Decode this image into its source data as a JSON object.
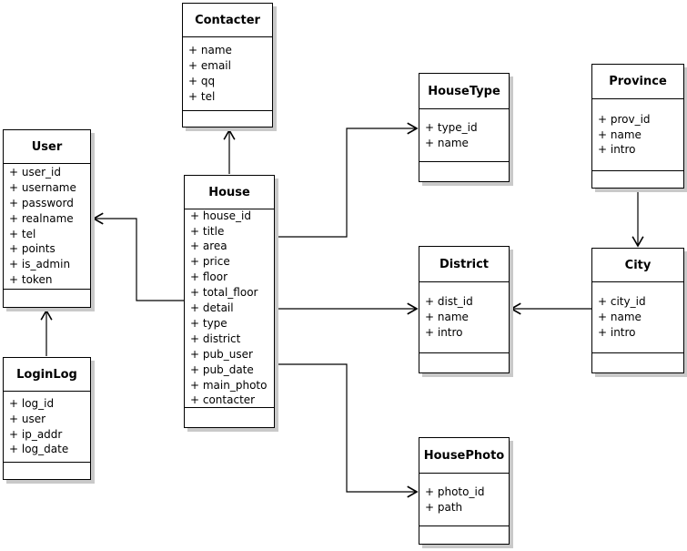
{
  "entities": {
    "contacter": {
      "title": "Contacter",
      "attributes": [
        "+ name",
        "+ email",
        "+ qq",
        "+ tel"
      ]
    },
    "user": {
      "title": "User",
      "attributes": [
        "+ user_id",
        "+ username",
        "+ password",
        "+ realname",
        "+ tel",
        "+ points",
        "+ is_admin",
        "+ token"
      ]
    },
    "loginlog": {
      "title": "LoginLog",
      "attributes": [
        "+ log_id",
        "+ user",
        "+ ip_addr",
        "+ log_date"
      ]
    },
    "house": {
      "title": "House",
      "attributes": [
        "+ house_id",
        "+ title",
        "+ area",
        "+ price",
        "+ floor",
        "+ total_floor",
        "+ detail",
        "+ type",
        "+ district",
        "+ pub_user",
        "+ pub_date",
        "+ main_photo",
        "+ contacter"
      ]
    },
    "housetype": {
      "title": "HouseType",
      "attributes": [
        "+ type_id",
        "+ name"
      ]
    },
    "province": {
      "title": "Province",
      "attributes": [
        "+ prov_id",
        "+ name",
        "+ intro"
      ]
    },
    "district": {
      "title": "District",
      "attributes": [
        "+ dist_id",
        "+ name",
        "+ intro"
      ]
    },
    "city": {
      "title": "City",
      "attributes": [
        "+ city_id",
        "+ name",
        "+ intro"
      ]
    },
    "housephoto": {
      "title": "HousePhoto",
      "attributes": [
        "+ photo_id",
        "+ path"
      ]
    }
  },
  "relations": [
    {
      "from": "House",
      "to": "Contacter",
      "style": "open-arrow"
    },
    {
      "from": "House",
      "to": "User",
      "style": "open-arrow"
    },
    {
      "from": "LoginLog",
      "to": "User",
      "style": "open-arrow"
    },
    {
      "from": "House",
      "to": "HouseType",
      "style": "open-arrow"
    },
    {
      "from": "House",
      "to": "District",
      "style": "open-arrow"
    },
    {
      "from": "City",
      "to": "District",
      "style": "open-arrow"
    },
    {
      "from": "Province",
      "to": "City",
      "style": "open-arrow"
    },
    {
      "from": "House",
      "to": "HousePhoto",
      "style": "open-arrow"
    }
  ],
  "colors": {
    "line": "#000000",
    "box_fill": "#ffffff",
    "box_border": "#000000",
    "shadow": "#c9c9c9",
    "background": "#ffffff"
  }
}
